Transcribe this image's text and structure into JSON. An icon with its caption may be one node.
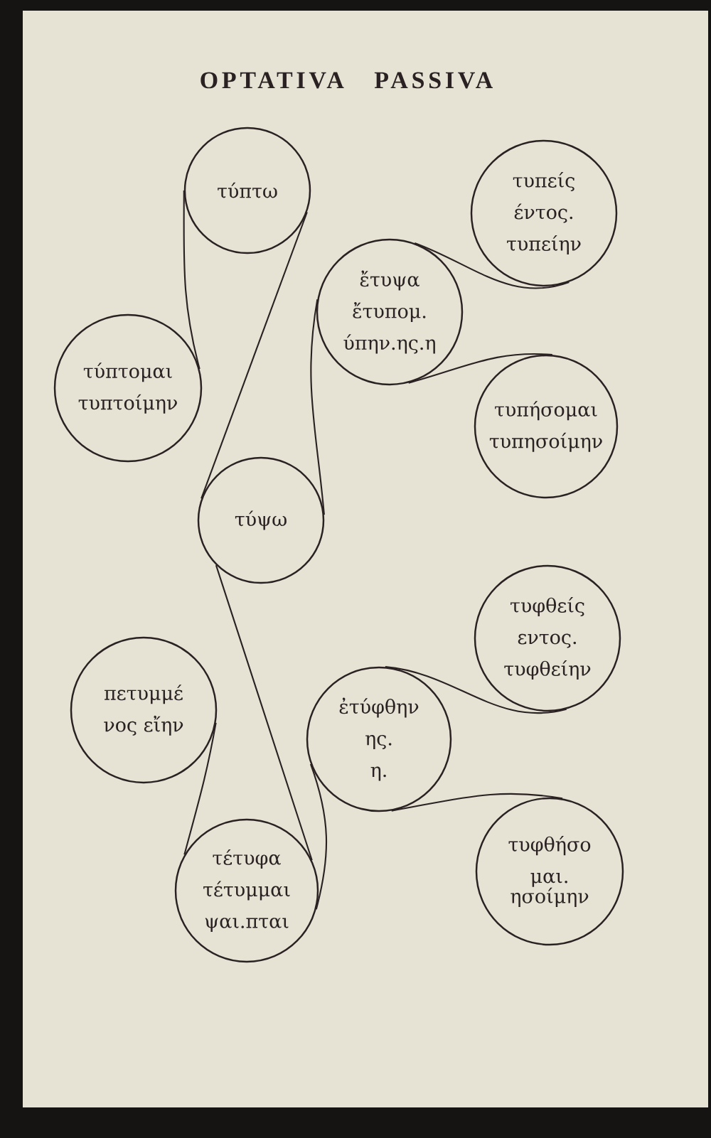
{
  "diagram": {
    "title": "OPTATIVA PASSIVA",
    "nodes": [
      {
        "text": [
          "τύπτω"
        ]
      },
      {
        "text": [
          "τυπείς",
          "έντος.",
          "τυπείην"
        ]
      },
      {
        "text": [
          "ἔτυψα",
          "ἔτυπομ.",
          "ύπην.ης.η"
        ]
      },
      {
        "text": [
          "τύπτομαι",
          "τυπτοίμην"
        ]
      },
      {
        "text": [
          "τυπήσομαι",
          "τυπησοίμην"
        ]
      },
      {
        "text": [
          "τύψω"
        ]
      },
      {
        "text": [
          "τυφθείς",
          "εντος.",
          "τυφθείην"
        ]
      },
      {
        "text": [
          "πετυμμέ νος εἴην"
        ]
      },
      {
        "text": [
          "ἐτύφθην",
          "ης.",
          "η."
        ]
      },
      {
        "text": [
          "τυφθήσο μαι.",
          "ησοίμην"
        ]
      },
      {
        "text": [
          "τέτυφα",
          "τέτυμμαι",
          "ψαι.πται"
        ]
      }
    ],
    "edges": [
      {
        "from": 0,
        "to": 3,
        "arrow": "none"
      },
      {
        "from": 0,
        "to": 5,
        "arrow": "none"
      },
      {
        "from": 5,
        "to": 2,
        "arrow": "none"
      },
      {
        "from": 2,
        "to": 1,
        "arrow": "none"
      },
      {
        "from": 2,
        "to": 4,
        "arrow": "none"
      },
      {
        "from": 5,
        "to": 10,
        "arrow": "none"
      },
      {
        "from": 10,
        "to": 7,
        "arrow": "none"
      },
      {
        "from": 10,
        "to": 8,
        "arrow": "none"
      },
      {
        "from": 8,
        "to": 6,
        "arrow": "none"
      },
      {
        "from": 8,
        "to": 9,
        "arrow": "none"
      }
    ]
  }
}
